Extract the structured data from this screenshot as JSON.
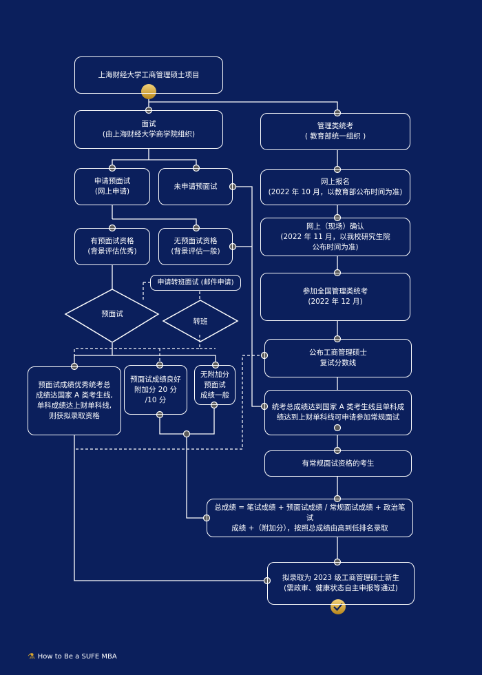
{
  "nodes": {
    "program": "上海财经大学工商管理硕士项目",
    "interview": "面试\n(由上海财经大学商学院组织)",
    "national_exam": "管理类统考\n( 教育部统一组织 )",
    "apply_pre": "申请预面试\n(网上申请)",
    "no_apply_pre": "未申请预面试",
    "online_reg": "网上报名\n(2022 年 10 月，以教育部公布时间为准)",
    "has_pre": "有预面试资格\n(背景评估优秀)",
    "no_pre": "无预面试资格\n(背景评估一般)",
    "confirm": "网上（现场）确认\n(2022 年 11 月，以我校研究生院\n公布时间为准)",
    "transfer_apply": "申请转班面试 (邮件申请)",
    "take_exam": "参加全国管理类统考\n(2022 年 12 月)",
    "announce": "公布工商管理硕士\n复试分数线",
    "excellent": "预面试成绩优秀统考总\n成绩达国家 A 类考生线,\n单科成绩达上财单科线,\n则获拟录取资格",
    "good": "预面试成绩良好\n附加分 20 分 /10 分",
    "no_bonus": "无附加分\n预面试\n成绩一般",
    "reach_line": "统考总成绩达到国家 A 类考生线且单科成\n绩达到上财单科线可申请参加常规面试",
    "regular": "有常规面试资格的考生",
    "total": "总成绩 = 笔试成绩 + 预面试成绩 / 常规面试成绩 + 政治笔试\n成绩 +（附加分），按照总成绩由高到低排名录取",
    "admit": "拟录取为 2023 级工商管理硕士新生\n(需政审、健康状态自主申报等通过)"
  },
  "decisions": {
    "pre_interview": "预面试",
    "transfer": "转班"
  },
  "footer": {
    "text": "How to Be a  SUFE MBA",
    "logo_icon": "microscope-icon"
  },
  "colors": {
    "background": "#0b1f5c",
    "line": "#ffffff",
    "dot": "#5a5a5a",
    "accent": "#d9a52b"
  }
}
